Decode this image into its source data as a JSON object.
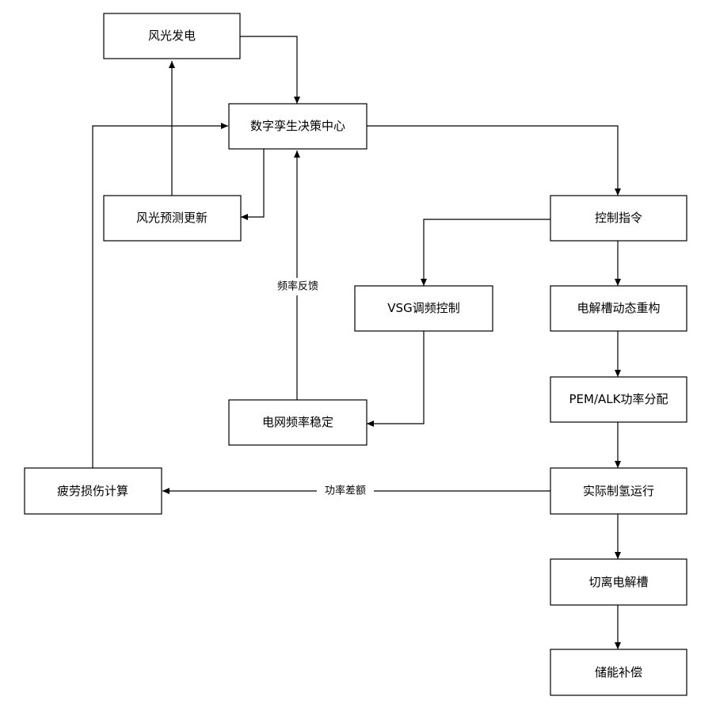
{
  "nodes": {
    "wind_solar": "风光发电",
    "digital_twin": "数字孪生决策中心",
    "forecast_update": "风光预测更新",
    "control_cmd": "控制指令",
    "vsg_control": "VSG调频控制",
    "electrolyzer_reconfig": "电解槽动态重构",
    "pem_alk_power": "PEM/ALK功率分配",
    "grid_freq": "电网频率稳定",
    "actual_h2": "实际制氢运行",
    "fatigue": "疲劳损伤计算",
    "cut_electrolyzer": "切离电解槽",
    "storage_comp": "储能补偿"
  },
  "edge_labels": {
    "freq_feedback": "频率反馈",
    "power_deviation": "功率差额"
  }
}
